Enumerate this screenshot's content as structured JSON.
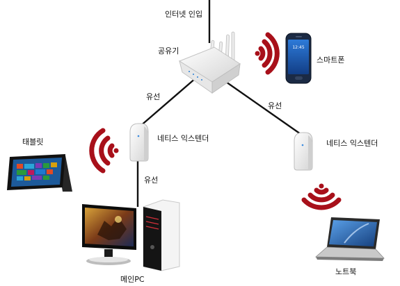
{
  "labels": {
    "internet": "인터넷 인입",
    "router": "공유기",
    "smartphone": "스마트폰",
    "wired_left": "유선",
    "wired_right": "유선",
    "wired_pc": "유선",
    "extender_left": "네티스 익스텐더",
    "extender_right": "네티스 익스텐더",
    "tablet": "태블릿",
    "main_pc": "메인PC",
    "laptop": "노트북"
  },
  "phone_screen": {
    "time": "12:45"
  },
  "colors": {
    "wifi_wave": "#a8101a",
    "cable": "#111111",
    "device_white": "#f2f2f2",
    "device_shadow": "#b9b9b9",
    "screen_blue": "#1c5fb8"
  },
  "icons": {
    "router": "wifi-router-icon",
    "extender": "wifi-extender-icon",
    "smartphone": "smartphone-icon",
    "tablet": "tablet-icon",
    "pc": "desktop-pc-icon",
    "laptop": "laptop-icon",
    "wifi": "wifi-signal-icon"
  }
}
